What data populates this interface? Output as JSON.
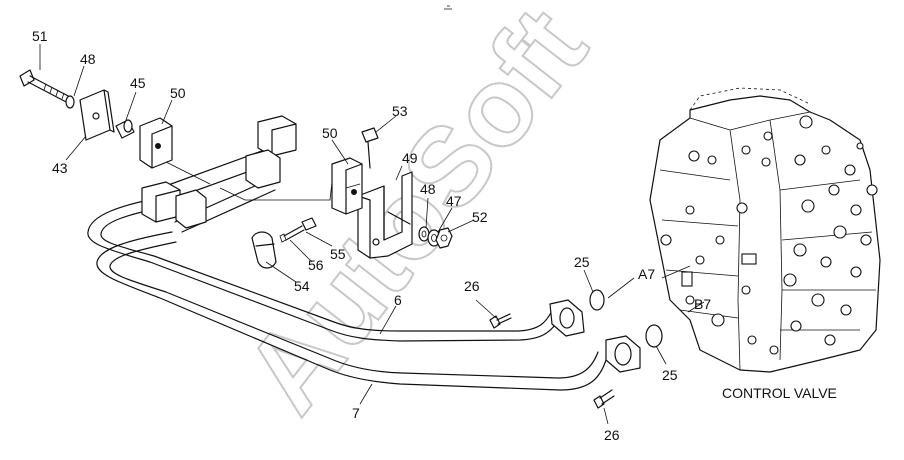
{
  "watermark": "AutoSoft",
  "caption": "CONTROL VALVE",
  "callouts": {
    "c51": "51",
    "c48a": "48",
    "c45": "45",
    "c50a": "50",
    "c43": "43",
    "c50b": "50",
    "c53": "53",
    "c49": "49",
    "c48b": "48",
    "c47": "47",
    "c52": "52",
    "c55": "55",
    "c56": "56",
    "c54": "54",
    "c6": "6",
    "c7": "7",
    "c26a": "26",
    "c26b": "26",
    "c25a": "25",
    "c25b": "25",
    "cA7": "A7",
    "cB7": "B7"
  }
}
